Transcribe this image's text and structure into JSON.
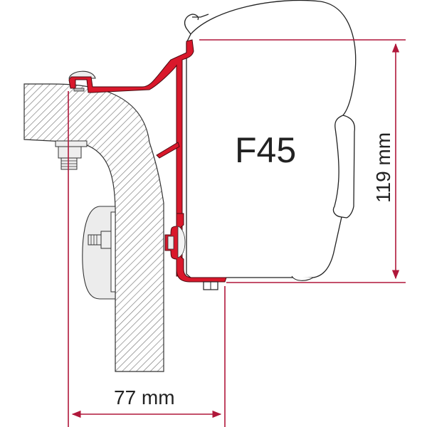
{
  "diagram": {
    "product_label": "F45",
    "height_dimension": {
      "value": 119,
      "unit": "mm",
      "text": "119 mm"
    },
    "width_dimension": {
      "value": 77,
      "unit": "mm",
      "text": "77 mm"
    },
    "colors": {
      "bracket": "#d9182b",
      "dimension_lines": "#b0173a",
      "outline": "#222222",
      "wall_hatch": "#888888",
      "fixture": "#eeeeee"
    }
  }
}
